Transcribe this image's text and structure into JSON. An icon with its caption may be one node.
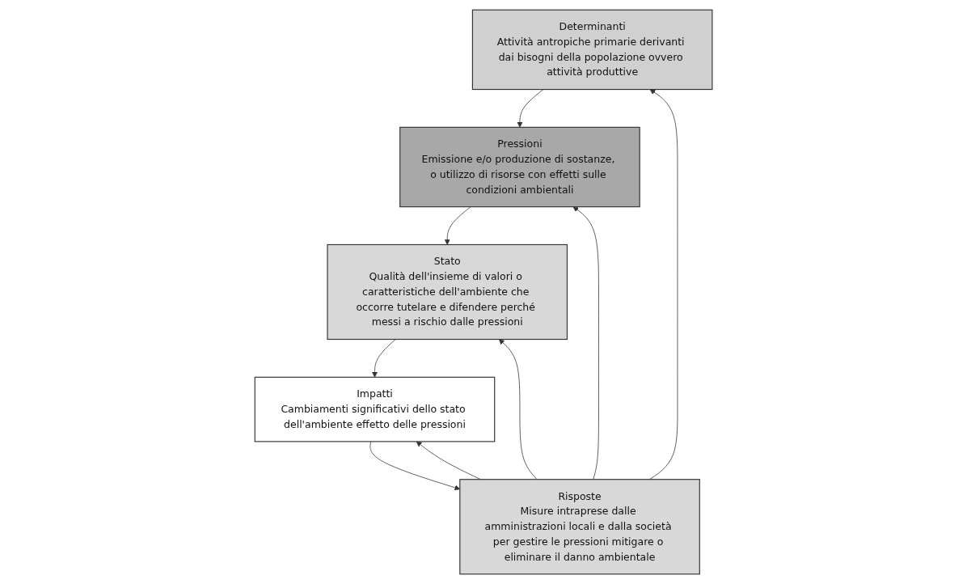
{
  "diagram": {
    "nodes": [
      {
        "text": [
          "Determinanti",
          "Attività antropiche primarie derivanti dai bisogni della popolazione ovvero attività produttive"
        ]
      },
      {
        "text": [
          "Risposte",
          "Misure intraprese dalle amministrazioni locali e dalla società per gestire le pressioni mitigare o eliminare il danno ambientale"
        ]
      },
      {
        "text": [
          "Pressioni",
          "Emissione e/o produzione di sostanze, o utilizzo di risorse con effetti sulle condizioni ambientali"
        ]
      },
      {
        "text": [
          "Impatti",
          "Cambiamenti significativi dello stato dell'ambiente effetto delle pressioni"
        ]
      },
      {
        "text": [
          "Stato",
          "Qualità dell'insieme di valori o caratteristiche dell'ambiente che occorre tutelare e difendere perché messi a rischio dalle pressioni"
        ]
      }
    ],
    "edges": [
      {
        "from": 1,
        "to": 0,
        "arrow": "to"
      },
      {
        "from": 0,
        "to": 2,
        "arrow": "to"
      },
      {
        "from": 1,
        "to": 2,
        "arrow": "to"
      },
      {
        "from": 1,
        "to": 4,
        "arrow": "to"
      },
      {
        "from": 1,
        "to": 3,
        "arrow": "to"
      },
      {
        "from": 3,
        "to": 1,
        "arrow": "to"
      },
      {
        "from": 2,
        "to": 4,
        "arrow": "to"
      },
      {
        "from": 4,
        "to": 3,
        "arrow": "to"
      }
    ]
  }
}
